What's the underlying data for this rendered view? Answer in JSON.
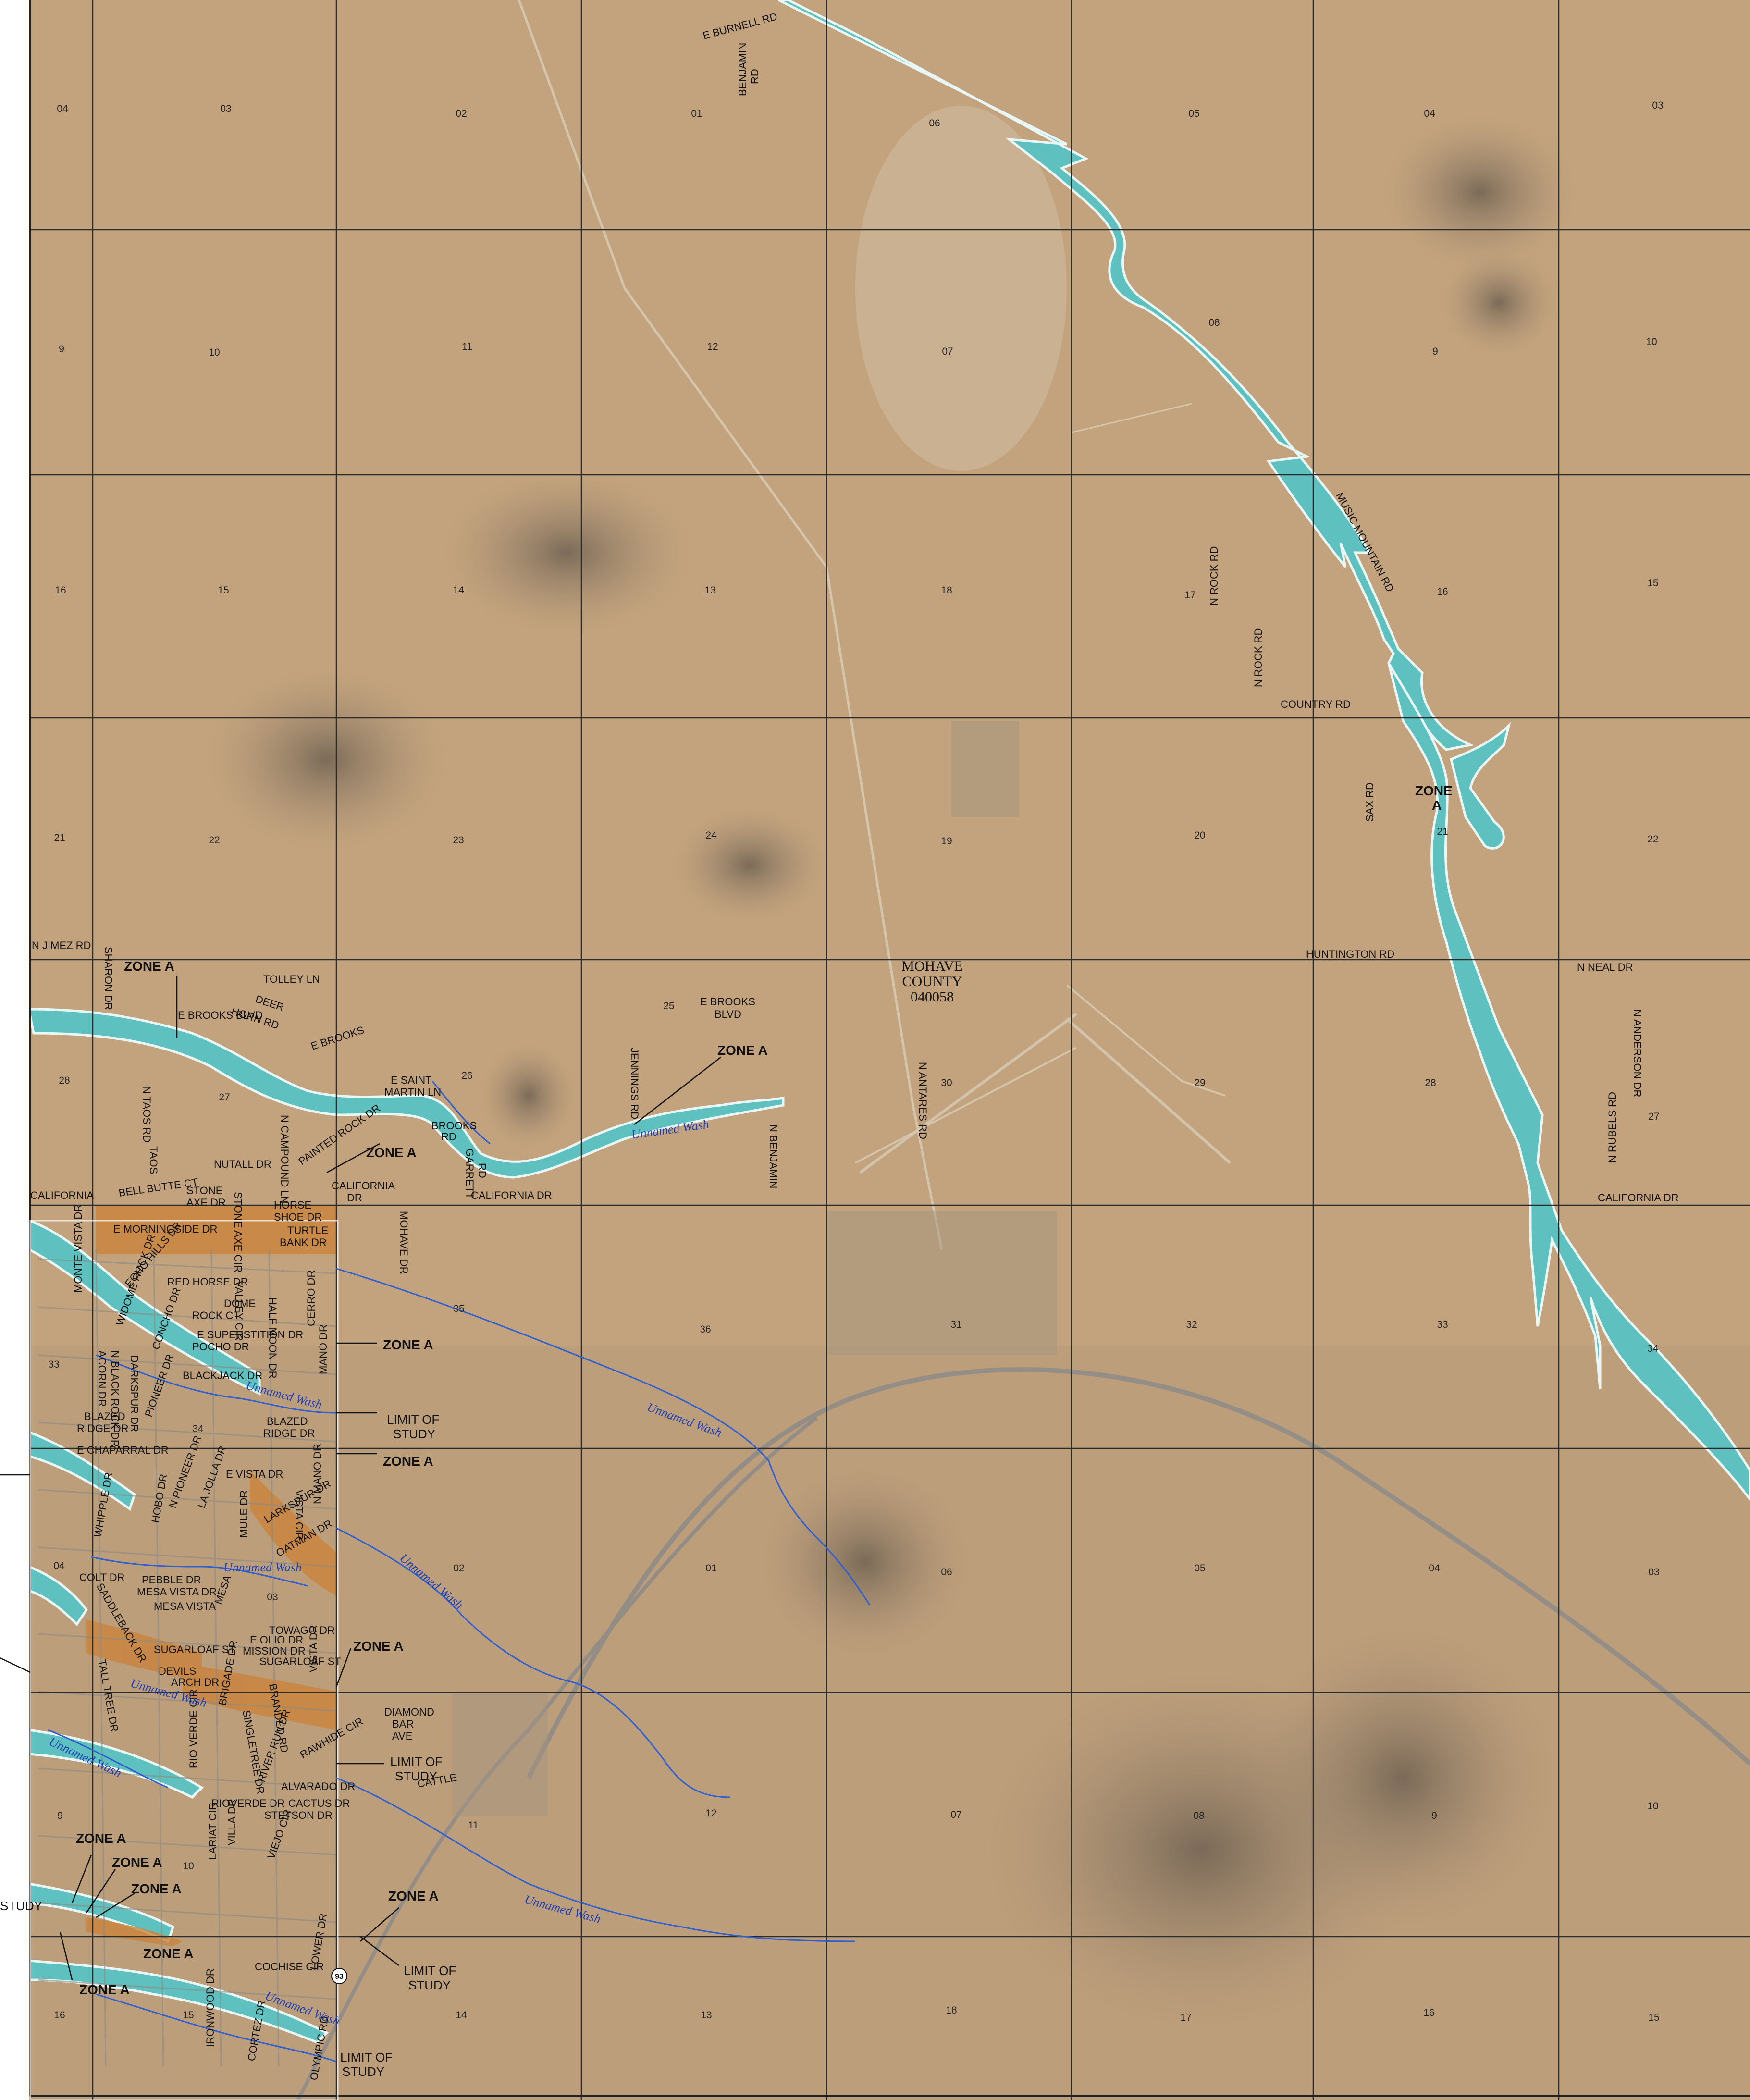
{
  "colors": {
    "background": "#c3a37d",
    "grid": "#2b2b2b",
    "floodplain": "#5fc1bf",
    "floodplain_edge": "#e8f7f5",
    "subdivision": "#c9823c",
    "wash": "#2f5fd0",
    "mountain": "#8a7b6a"
  },
  "county": {
    "line1": "MOHAVE",
    "line2": "COUNTY",
    "line3": "040058"
  },
  "sections": [
    "04",
    "03",
    "02",
    "01",
    "06",
    "05",
    "04",
    "03",
    "9",
    "10",
    "11",
    "12",
    "07",
    "08",
    "9",
    "10",
    "16",
    "15",
    "14",
    "13",
    "18",
    "17",
    "16",
    "15",
    "21",
    "22",
    "23",
    "24",
    "19",
    "20",
    "21",
    "22",
    "28",
    "27",
    "26",
    "25",
    "30",
    "29",
    "28",
    "27",
    "33",
    "34",
    "35",
    "36",
    "31",
    "32",
    "33",
    "34",
    "04",
    "03",
    "02",
    "01",
    "06",
    "05",
    "04",
    "03",
    "9",
    "10",
    "11",
    "12",
    "07",
    "08",
    "9",
    "10",
    "16",
    "15",
    "14",
    "13",
    "18",
    "17",
    "16",
    "15"
  ],
  "roads": {
    "burnell": "E BURNELL RD",
    "benjamin_rd_1": "BENJAMIN",
    "benjamin_rd_2": "RD",
    "n_rock_rd_1": "N ROCK RD",
    "n_rock_rd_2": "N ROCK RD",
    "music_mountain": "MUSIC MOUNTAIN RD",
    "country_rd": "COUNTRY RD",
    "sax_rd": "SAX RD",
    "huntington": "HUNTINGTON RD",
    "n_neal": "N NEAL DR",
    "n_anderson": "N ANDERSON DR",
    "n_rubels": "N RUBELS RD",
    "california_dr_e": "CALIFORNIA DR",
    "n_jimez": "N JIMEZ RD",
    "sharon": "SHARON DR",
    "tolley": "TOLLEY LN",
    "e_brooks_blvd": "E BROOKS BLVD",
    "deer": "DEER",
    "horn_rd": "HORN RD",
    "e_brooks": "E BROOKS",
    "e_brooks_blvd2_1": "E BROOKS",
    "e_brooks_blvd2_2": "BLVD",
    "jennings": "JENNINGS RD",
    "n_antares": "N ANTARES RD",
    "e_saint_1": "E SAINT",
    "e_saint_2": "MARTIN LN",
    "brooks_rd_1": "BROOKS",
    "brooks_rd_2": "RD",
    "n_taos": "N TAOS RD",
    "taos": "TAOS",
    "n_campound": "N CAMPOUND LN",
    "painted_rock": "PAINTED ROCK DR",
    "nutall": "NUTALL DR",
    "garrett_1": "GARRETT",
    "garrett_2": "RD",
    "n_benjamin": "N BENJAMIN",
    "california_w": "CALIFORNIA",
    "california_dr_mid_1": "CALIFORNIA",
    "california_dr_mid_2": "DR",
    "california_dr_c": "CALIFORNIA DR",
    "bell_butte": "BELL BUTTE CT",
    "stone_axe_1": "STONE",
    "stone_axe_2": "AXE DR",
    "stone_axe_cir": "STONE AXE CIR",
    "horse_shoe_1": "HORSE",
    "horse_shoe_2": "SHOE DR",
    "morningside": "E MORNINGSIDE DR",
    "turtle_bank_1": "TURTLE",
    "turtle_bank_2": "BANK DR",
    "mohave_dr": "MOHAVE DR",
    "monte_vista": "MONTE VISTA DR",
    "echo_hills": "ECHO HILLS DR",
    "red_horse": "RED HORSE DR",
    "widome": "WIDOME ROCK DR",
    "valley_cir": "VALLEY CIR",
    "half_moon": "HALF MOON DR",
    "concho_dr": "CONCHO DR",
    "rock_ct": "ROCK CT",
    "dome": "DOME",
    "superstition": "E SUPERSTITION DR",
    "pocho": "POCHO DR",
    "cerro": "CERRO DR",
    "mano_dr": "MANO DR",
    "acorn": "ACORN DR",
    "black_rock": "N BLACK ROCK DR",
    "darkspur": "DARKSPUR DR",
    "blackjack": "BLACKJACK DR",
    "blazed_ridge_w_1": "BLAZED",
    "blazed_ridge_w_2": "RIDGE DR",
    "pioneer": "PIONEER DR",
    "blazed_ridge_e_1": "BLAZED",
    "blazed_ridge_e_2": "RIDGE DR",
    "e_chaparral": "E CHAPARRAL DR",
    "e_vista": "E VISTA DR",
    "n_mano": "N MANO DR",
    "whipple": "WHIPPLE DR",
    "hobo": "HOBO DR",
    "n_pioneer": "N PIONEER DR",
    "la_jolla": "LA JOLLA DR",
    "mule": "MULE DR",
    "larkspur": "LARKSPUR DR",
    "oatman": "OATMAN DR",
    "vista_cir": "VISTA CIR",
    "colt": "COLT DR",
    "saddleback": "SADDLEBACK DR",
    "pebble": "PEBBLE DR",
    "mesa_vista_dr": "MESA VISTA DR",
    "mesa_vista_1": "MESA VISTA",
    "mesa_vista_2": "MESA",
    "towago": "TOWAGO DR",
    "e_olio": "E OLIO DR",
    "mission": "MISSION DR",
    "sugarloaf_1": "SUGARLOAF ST",
    "sugarloaf_2": "SUGARLOAF ST",
    "tall_tree": "TALL TREE DR",
    "devils_arch_1": "DEVILS",
    "devils_arch_2": "ARCH DR",
    "brigade": "BRIGADE DR",
    "singletree": "SINGLETREE DR",
    "branded": "BRANDED RD",
    "vista_dr": "VISTA DR",
    "diamond_1": "DIAMOND",
    "diamond_2": "BAR",
    "diamond_3": "AVE",
    "cattle": "CATTLE",
    "rio_verde": "RIO VERDE CIR",
    "rioverde_dr": "RIOVERDE DR",
    "river_run": "RIVER RUN DR",
    "rawhide": "RAWHIDE CIR",
    "alvarado": "ALVARADO DR",
    "cactus": "CACTUS DR",
    "stetson": "STETSON DR",
    "lariat": "LARIAT CIR",
    "villa": "VILLA DR",
    "viejo": "VIEJO CIR",
    "cochise": "COCHISE CIR",
    "lower": "LOWER DR",
    "ironwood": "IRONWOOD DR",
    "cortez": "CORTEZ DR",
    "olympic": "OLYMPIC RD",
    "route": "93"
  },
  "zone_labels": {
    "z1": "ZONE A",
    "z2": "ZONE A",
    "z3": "ZONE A",
    "z4": "ZONE A",
    "z5": "ZONE A",
    "z6": "ZONE A",
    "z7": "ZONE A",
    "z8": "ZONE A",
    "z9": "ZONE A",
    "z10": "ZONE A",
    "z11": "ZONE A",
    "z12": "ZONE A",
    "z13_1": "ZONE",
    "z13_2": "A"
  },
  "limit_labels": {
    "l1_1": "LIMIT OF",
    "l1_2": "STUDY",
    "l2_1": "LIMIT OF",
    "l2_2": "STUDY",
    "l3_1": "LIMIT OF",
    "l3_2": "STUDY",
    "l4_1": "LIMIT OF",
    "l4_2": "STUDY",
    "edge": "STUDY"
  },
  "wash_labels": {
    "w1": "Unnamed Wash",
    "w2": "Unnamed Wash",
    "w3": "Unnamed Wash",
    "w4": "Unnamed Wash",
    "w5": "Unnamed Wash",
    "w6": "Unnamed Wash",
    "w7": "Unnamed Wash",
    "w8": "Unnamed Wash",
    "w9": "Unnamed Wash"
  }
}
